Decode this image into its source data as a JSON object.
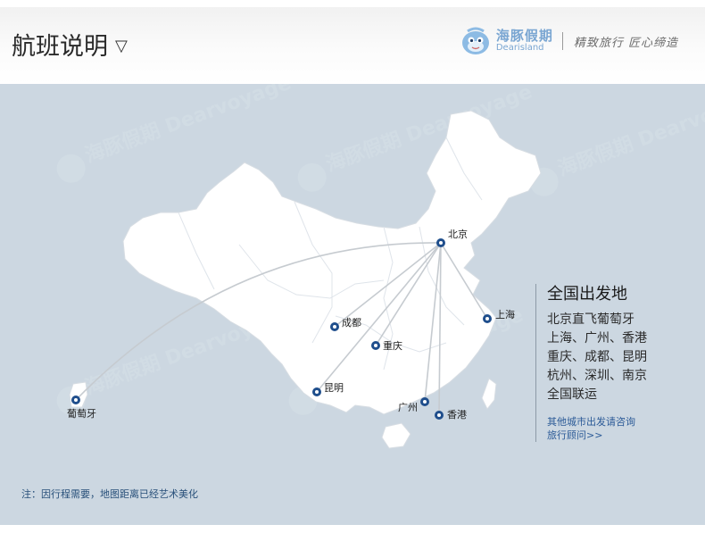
{
  "header": {
    "title": "航班说明",
    "caret": "▽",
    "brand": {
      "name_cn": "海豚假期",
      "name_en": "Dearisland",
      "slogan": "精致旅行 匠心缔造",
      "color": "#7aa6d2"
    }
  },
  "map": {
    "background_color": "#ccd7e1",
    "land_color": "#ffffff",
    "route_color": "#c6cbd0",
    "marker_color": "#1f4e8c",
    "hub": "北京",
    "cities": [
      "北京",
      "上海",
      "成都",
      "重庆",
      "昆明",
      "广州",
      "香港",
      "葡萄牙"
    ],
    "watermark": "海豚假期 Dearvoyage"
  },
  "info": {
    "heading": "全国出发地",
    "lines": [
      "北京直飞葡萄牙",
      "上海、广州、香港",
      "重庆、成都、昆明",
      "杭州、深圳、南京",
      "全国联运"
    ],
    "link_lines": [
      "其他城市出发请咨询",
      "旅行顾问>>"
    ]
  },
  "footnote": "注：因行程需要，地图距离已经艺术美化"
}
